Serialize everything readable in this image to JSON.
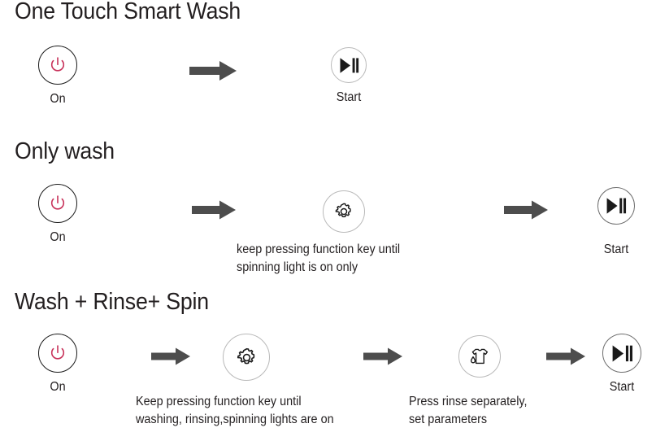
{
  "page": {
    "background": "#ffffff",
    "text_color": "#231f20",
    "accent_red": "#c8325a",
    "arrow_color": "#4d4d4d",
    "circle_dark": "#1a1a1a",
    "circle_light": "#b9b9b9"
  },
  "sections": [
    {
      "id": "one-touch-smart-wash",
      "title": "One Touch Smart Wash",
      "steps": [
        {
          "icon": "power-icon",
          "caption": "On"
        },
        {
          "icon": "arrow-right-icon"
        },
        {
          "icon": "play-pause-icon",
          "caption": "Start"
        }
      ]
    },
    {
      "id": "only-wash",
      "title": "Only wash",
      "steps": [
        {
          "icon": "power-icon",
          "caption": "On"
        },
        {
          "icon": "arrow-right-icon"
        },
        {
          "icon": "gear-icon",
          "note": "keep pressing function key until\nspinning light is on only"
        },
        {
          "icon": "arrow-right-icon"
        },
        {
          "icon": "play-pause-icon",
          "caption": "Start"
        }
      ]
    },
    {
      "id": "wash-rinse-spin",
      "title": "Wash + Rinse+  Spin",
      "steps": [
        {
          "icon": "power-icon",
          "caption": "On"
        },
        {
          "icon": "arrow-right-icon"
        },
        {
          "icon": "gear-icon",
          "note": "Keep pressing function key until\nwashing, rinsing,spinning lights are on"
        },
        {
          "icon": "arrow-right-icon"
        },
        {
          "icon": "rinse-garment-icon",
          "note": "Press rinse separately,\nset parameters"
        },
        {
          "icon": "arrow-right-icon"
        },
        {
          "icon": "play-pause-icon",
          "caption": "Start"
        }
      ]
    }
  ],
  "labels": {
    "on": "On",
    "start": "Start",
    "note_only_wash": "keep pressing function key until\nspinning light is on only",
    "note_function_key": "Keep pressing function key until\nwashing, rinsing,spinning lights are on",
    "note_rinse": "Press rinse separately,\nset parameters"
  }
}
